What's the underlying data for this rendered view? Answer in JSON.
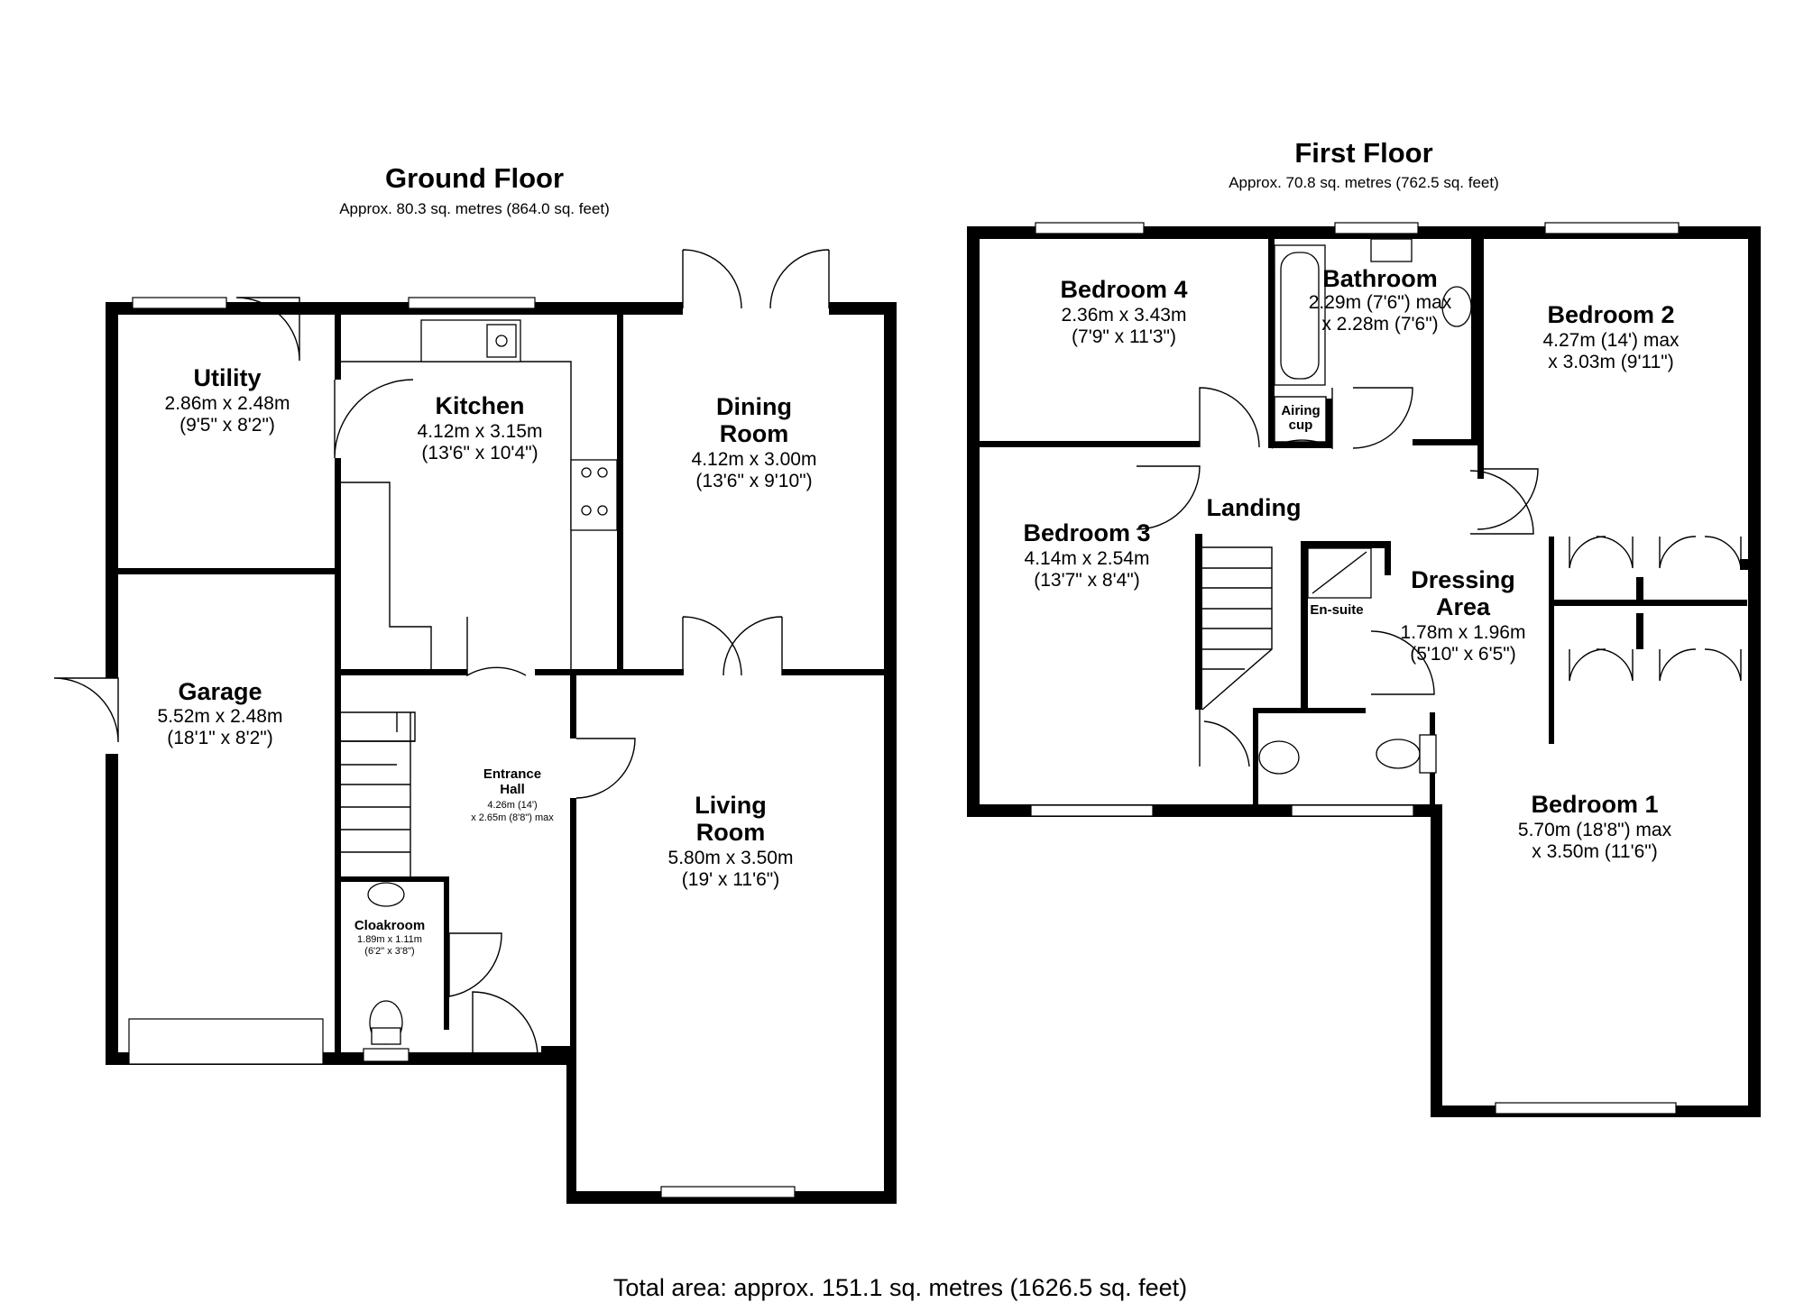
{
  "ground_floor": {
    "title": "Ground Floor",
    "area": "Approx. 80.3 sq. metres (864.0 sq. feet)",
    "rooms": {
      "utility": {
        "name": "Utility",
        "dims": [
          "2.86m x 2.48m",
          "(9'5\" x 8'2\")"
        ]
      },
      "kitchen": {
        "name": "Kitchen",
        "dims": [
          "4.12m x 3.15m",
          "(13'6\" x 10'4\")"
        ]
      },
      "dining": {
        "name": [
          "Dining",
          "Room"
        ],
        "dims": [
          "4.12m x 3.00m",
          "(13'6\" x 9'10\")"
        ]
      },
      "garage": {
        "name": "Garage",
        "dims": [
          "5.52m x 2.48m",
          "(18'1\" x 8'2\")"
        ]
      },
      "hall": {
        "name": [
          "Entrance",
          "Hall"
        ],
        "dims": [
          "4.26m (14')",
          "x 2.65m (8'8\") max"
        ]
      },
      "living": {
        "name": [
          "Living",
          "Room"
        ],
        "dims": [
          "5.80m x 3.50m",
          "(19' x 11'6\")"
        ]
      },
      "cloakroom": {
        "name": "Cloakroom",
        "dims": [
          "1.89m x 1.11m",
          "(6'2\" x 3'8\")"
        ]
      }
    }
  },
  "first_floor": {
    "title": "First Floor",
    "area": "Approx. 70.8 sq. metres (762.5 sq. feet)",
    "rooms": {
      "bedroom4": {
        "name": "Bedroom 4",
        "dims": [
          "2.36m x 3.43m",
          "(7'9\" x 11'3\")"
        ]
      },
      "bathroom": {
        "name": "Bathroom",
        "dims": [
          "2.29m (7'6\") max",
          "x 2.28m (7'6\")"
        ]
      },
      "bedroom2": {
        "name": "Bedroom 2",
        "dims": [
          "4.27m (14') max",
          "x 3.03m (9'11\")"
        ]
      },
      "airing": {
        "name": [
          "Airing",
          "cup"
        ]
      },
      "bedroom3": {
        "name": "Bedroom 3",
        "dims": [
          "4.14m x 2.54m",
          "(13'7\" x 8'4\")"
        ]
      },
      "landing": {
        "name": "Landing"
      },
      "ensuite": {
        "name": "En-suite"
      },
      "dressing": {
        "name": [
          "Dressing",
          "Area"
        ],
        "dims": [
          "1.78m x 1.96m",
          "(5'10\" x 6'5\")"
        ]
      },
      "bedroom1": {
        "name": "Bedroom 1",
        "dims": [
          "5.70m (18'8\") max",
          "x 3.50m (11'6\")"
        ]
      }
    }
  },
  "total_area": "Total area: approx. 151.1 sq. metres (1626.5 sq. feet)"
}
